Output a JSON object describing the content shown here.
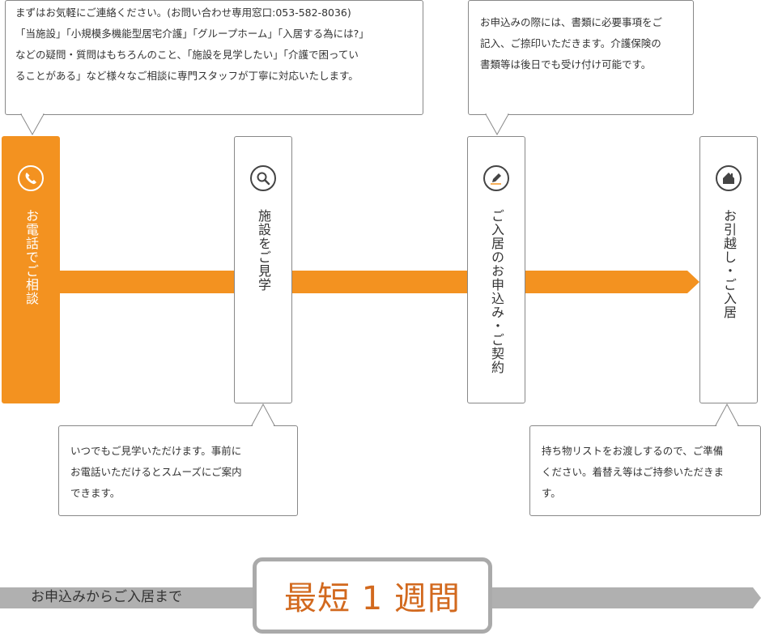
{
  "colors": {
    "accent": "#f39220",
    "bar_gray": "#b0b0b0",
    "highlight_text": "#d2691e",
    "border": "#888888"
  },
  "steps": [
    {
      "label": "お電話でご相談",
      "icon": "phone-icon",
      "active": true
    },
    {
      "label": "施設をご見学",
      "icon": "search-icon",
      "active": false
    },
    {
      "label": "ご入居のお申込み・ご契約",
      "icon": "pen-icon",
      "active": false
    },
    {
      "label": "お引越し・ご入居",
      "icon": "house-icon",
      "active": false
    }
  ],
  "bubbles": {
    "contact": [
      "まずはお気軽にご連絡ください。(お問い合わせ専用窓口:053-582-8036)",
      "「当施設」「小規模多機能型居宅介護」「グループホーム」「入居する為には?」",
      "などの疑問・質問はもちろんのこと、「施設を見学したい」「介護で困ってい",
      "ることがある」など様々なご相談に専門スタッフが丁寧に対応いたします。"
    ],
    "visit": [
      "いつでもご見学いただけます。事前に",
      "お電話いただけるとスムーズにご案内",
      "できます。"
    ],
    "apply": [
      "お申込みの際には、書類に必要事項をご",
      "記入、ご捺印いただきます。介護保険の",
      "書類等は後日でも受け付け可能です。"
    ],
    "move": [
      "持ち物リストをお渡しするので、ご準備",
      "ください。着替え等はご持参いただきま",
      "す。"
    ]
  },
  "bottom": {
    "label": "お申込みからご入居まで",
    "highlight": "最短 1 週間"
  }
}
